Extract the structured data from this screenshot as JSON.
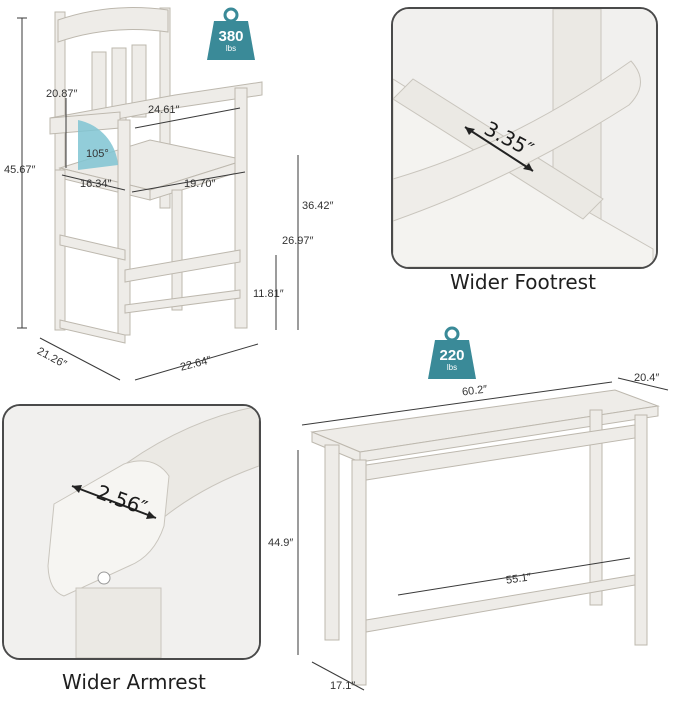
{
  "chair": {
    "dims": {
      "back_height": "20.87″",
      "arm_width": "24.61″",
      "total_height": "45.67″",
      "recline_angle": "105°",
      "seat_depth": "16.34″",
      "seat_width": "19.70″",
      "arm_height": "36.42″",
      "seat_height": "26.97″",
      "footrest_height": "11.81″",
      "base_depth": "21.26″",
      "base_width": "22.64″"
    },
    "weight": {
      "value": "380",
      "unit": "lbs"
    }
  },
  "footrest_inset": {
    "dimension": "3.35″",
    "caption": "Wider Footrest"
  },
  "armrest_inset": {
    "dimension": "2.56″",
    "caption": "Wider Armrest"
  },
  "table": {
    "dims": {
      "length": "60.2″",
      "depth": "20.4″",
      "height": "44.9″",
      "footrest_length": "55.1″",
      "leg_depth": "17.1″"
    },
    "weight": {
      "value": "220",
      "unit": "lbs"
    }
  },
  "colors": {
    "badge": "#3a8a98",
    "wood": "#eeece8",
    "wood_edge": "#c9c5bd",
    "line": "#3a3a3a",
    "angle": "#7fc4d2"
  }
}
